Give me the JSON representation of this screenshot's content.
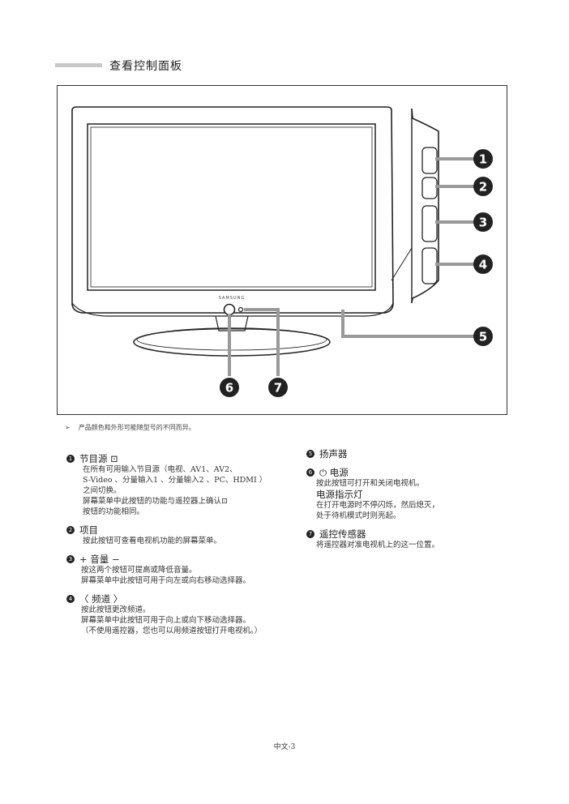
{
  "page": {
    "title": "查看控制面板",
    "note": "产品颜色和外形可能随型号的不同而异。",
    "footer": "中文-3"
  },
  "figure": {
    "brand": "SAMSUNG",
    "callouts": [
      "1",
      "2",
      "3",
      "4",
      "5",
      "6",
      "7"
    ]
  },
  "items": {
    "i1": {
      "num": "1",
      "head": "节目源 ⊡",
      "lines": [
        "在所有可用输入节目源（电视、AV1、AV2、",
        "S-Video 、分量输入1 、分量输入2 、PC、HDMI ）",
        "之间切换。",
        "屏幕菜单中此按钮的功能与遥控器上确认⊡",
        "按钮的功能相同。"
      ]
    },
    "i2": {
      "num": "2",
      "head": "项目",
      "lines": [
        "按此按钮可查看电视机功能的屏幕菜单。"
      ]
    },
    "i3": {
      "num": "3",
      "head": "+ 音量 −",
      "lines": [
        "按这两个按钮可提高或降低音量。",
        "屏幕菜单中此按钮可用于向左或向右移动选择器。"
      ]
    },
    "i4": {
      "num": "4",
      "head": "〈 频道 〉",
      "lines": [
        "按此按钮更改频道。",
        "屏幕菜单中此按钮可用于向上或向下移动选择器。",
        "（不使用遥控器，您也可以用频道按钮打开电视机。）"
      ]
    },
    "i5": {
      "num": "5",
      "head": "扬声器"
    },
    "i6": {
      "num": "6",
      "head": "⏻ 电源",
      "lines": [
        "按此按钮可打开和关闭电视机。"
      ],
      "sub": "电源指示灯",
      "sublines": [
        "在打开电源时不停闪烁，然后熄灭，",
        "处于待机模式时则亮起。"
      ]
    },
    "i7": {
      "num": "7",
      "head": "遥控传感器",
      "lines": [
        "将遥控器对准电视机上的这一位置。"
      ]
    }
  }
}
